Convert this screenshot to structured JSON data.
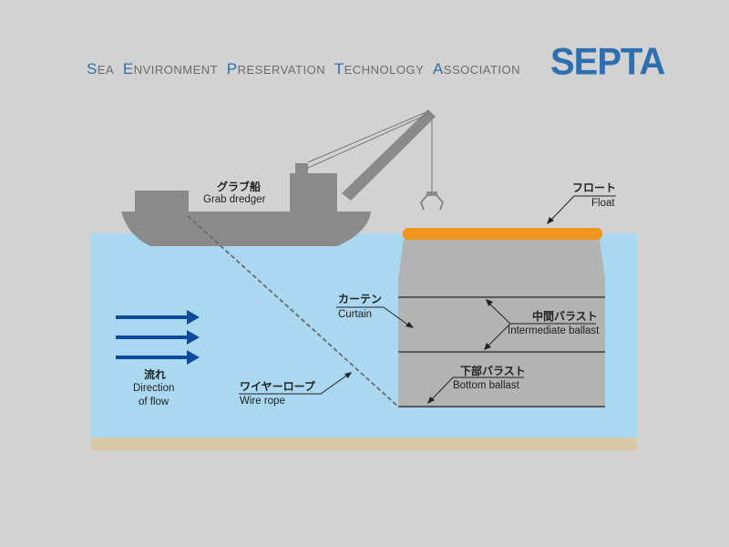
{
  "header": {
    "org_words": [
      {
        "initial": "S",
        "rest": "EA"
      },
      {
        "initial": "E",
        "rest": "NVIRONMENT"
      },
      {
        "initial": "P",
        "rest": "RESERVATION"
      },
      {
        "initial": "T",
        "rest": "ECHNOLOGY"
      },
      {
        "initial": "A",
        "rest": "SSOCIATION"
      }
    ],
    "logo": "SEPTA"
  },
  "labels": {
    "grab_dredger_jp": "グラブ船",
    "grab_dredger_en": "Grab dredger",
    "float_jp": "フロート",
    "float_en": "Float",
    "curtain_jp": "カーテン",
    "curtain_en": "Curtain",
    "intermediate_ballast_jp": "中間バラスト",
    "intermediate_ballast_en": "Intermediate ballast",
    "bottom_ballast_jp": "下部バラスト",
    "bottom_ballast_en": "Bottom ballast",
    "flow_jp": "流れ",
    "flow_en_1": "Direction",
    "flow_en_2": "of flow",
    "wire_rope_jp": "ワイヤーロープ",
    "wire_rope_en": "Wire rope"
  },
  "colors": {
    "background": "#d2d2d2",
    "sea": "#a9d8f0",
    "seabed": "#d9c8a5",
    "ship": "#8a8a8a",
    "float": "#f0951e",
    "curtain": "#b3b3b3",
    "ballast_line": "#5a5a5a",
    "flow_arrow": "#0d4a9c",
    "accent": "#2d6fb0"
  }
}
